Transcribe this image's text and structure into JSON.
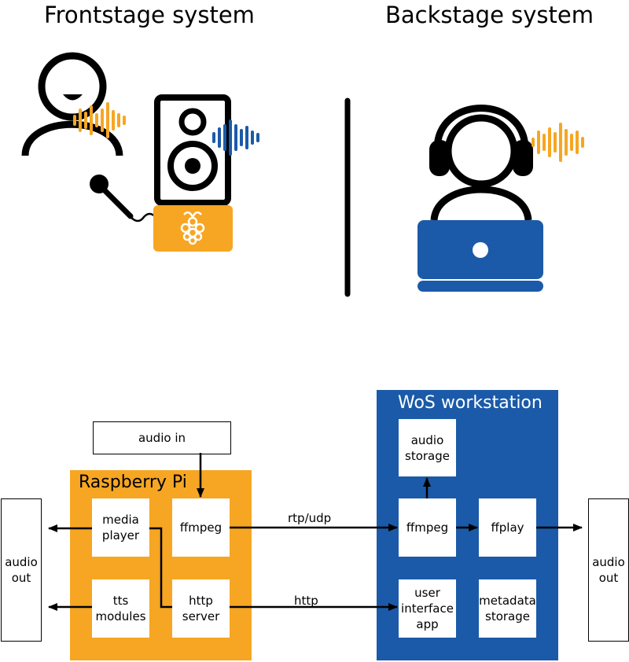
{
  "titles": {
    "frontstage": "Frontstage system",
    "backstage": "Backstage system"
  },
  "colors": {
    "orange": "#F6A623",
    "blue": "#1B5AA8",
    "black": "#000000",
    "white": "#FFFFFF"
  },
  "icons": {
    "frontstage": [
      "speaking-person-icon",
      "microphone-icon",
      "speaker-icon",
      "raspberry-pi-icon",
      "sound-wave-icon"
    ],
    "backstage": [
      "headphones-person-icon",
      "laptop-icon",
      "sound-wave-icon"
    ]
  },
  "diagram": {
    "audio_in": "audio in",
    "raspberry_pi": {
      "title": "Raspberry Pi",
      "media_player": "media\nplayer",
      "ffmpeg": "ffmpeg",
      "tts_modules": "tts\nmodules",
      "http_server": "http\nserver"
    },
    "workstation": {
      "title": "WoS workstation",
      "audio_storage": "audio\nstorage",
      "ffmpeg": "ffmpeg",
      "ffplay": "ffplay",
      "user_interface_app": "user\ninterface\napp",
      "metadata_storage": "metadata\nstorage"
    },
    "audio_out_left": "audio\nout",
    "audio_out_right": "audio\nout",
    "link_rtp": "rtp/udp",
    "link_http": "http"
  }
}
